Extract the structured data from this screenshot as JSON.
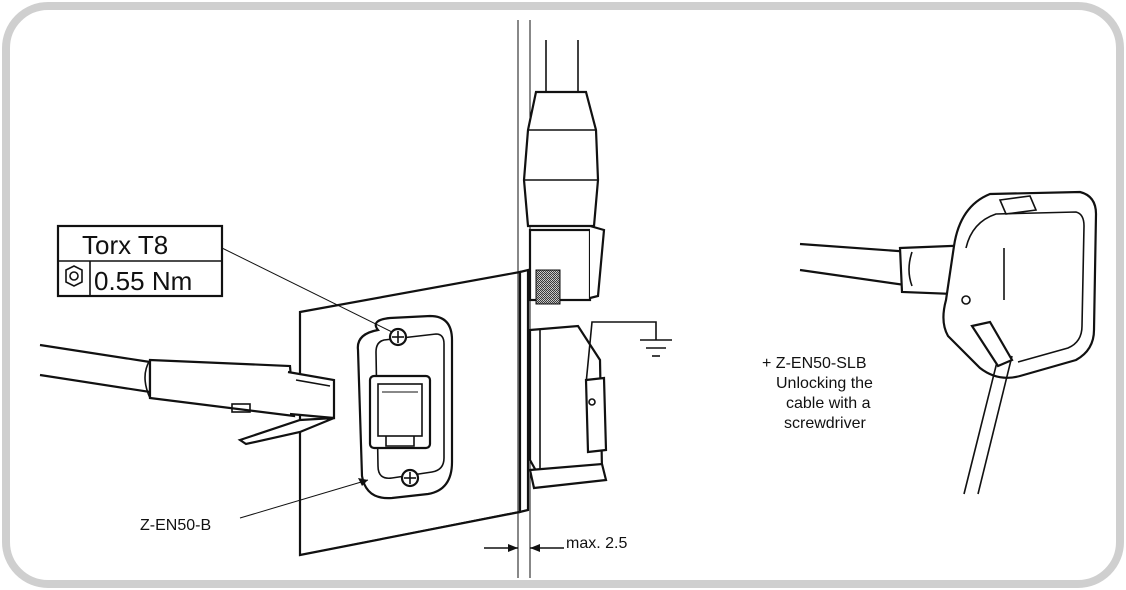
{
  "labels": {
    "torx": "Torx T8",
    "torque": "0.55 Nm",
    "part_left": "Z-EN50-B",
    "thickness": "max. 2.5",
    "right_line1": "+ Z-EN50-SLB",
    "right_line2": "Unlocking the",
    "right_line3": "cable with a",
    "right_line4": "screwdriver"
  },
  "colors": {
    "frame": "#cfcfcf",
    "stroke": "#111111",
    "shade": "#e6e6e6"
  }
}
